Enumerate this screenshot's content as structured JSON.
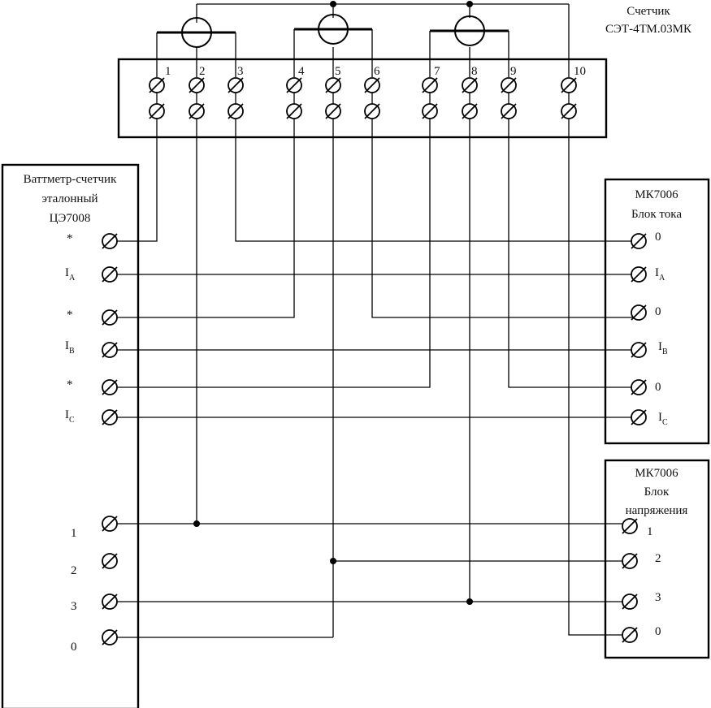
{
  "meter": {
    "title": "Счетчик",
    "model": "СЭТ-4ТМ.03МК",
    "terminals": [
      "1",
      "2",
      "3",
      "4",
      "5",
      "6",
      "7",
      "8",
      "9",
      "10"
    ]
  },
  "wattmeter": {
    "line1": "Ваттметр-счетчик",
    "line2": "эталонный",
    "line3": "ЦЭ7008",
    "current_terminals": [
      {
        "label": "*",
        "sub": ""
      },
      {
        "label": "I",
        "sub": "A"
      },
      {
        "label": "*",
        "sub": ""
      },
      {
        "label": "I",
        "sub": "B"
      },
      {
        "label": "*",
        "sub": ""
      },
      {
        "label": "I",
        "sub": "C"
      }
    ],
    "voltage_terminals": [
      "1",
      "2",
      "3",
      "0"
    ]
  },
  "current_block": {
    "line1": "МК7006",
    "line2": "Блок тока",
    "terminals": [
      {
        "label": "0",
        "sub": ""
      },
      {
        "label": "I",
        "sub": "A"
      },
      {
        "label": "0",
        "sub": ""
      },
      {
        "label": "I",
        "sub": "B"
      },
      {
        "label": "0",
        "sub": ""
      },
      {
        "label": "I",
        "sub": "C"
      }
    ]
  },
  "voltage_block": {
    "line1": "МК7006",
    "line2": "Блок",
    "line3": "напряжения",
    "terminals": [
      "1",
      "2",
      "3",
      "0"
    ]
  }
}
